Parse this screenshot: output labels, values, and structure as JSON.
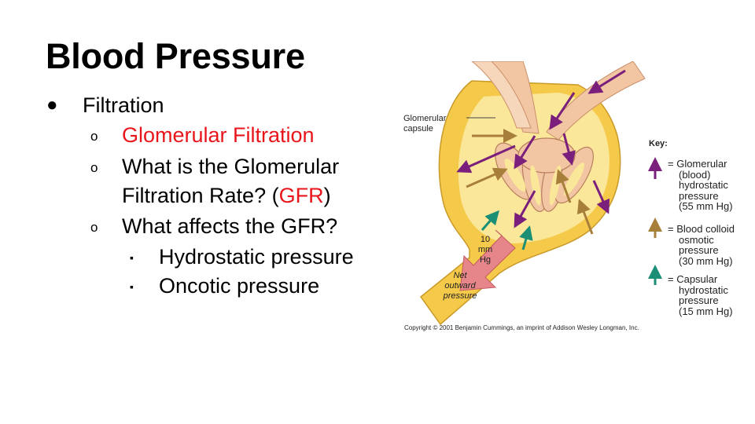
{
  "slide": {
    "title": "Blood Pressure",
    "bullets": {
      "level1": "Filtration",
      "sub": [
        {
          "text": "Glomerular Filtration"
        },
        {
          "line1": "What is the Glomerular",
          "line2_pre": "Filtration Rate? (",
          "line2_red": "GFR",
          "line2_post": ")"
        },
        {
          "text": "What affects the GFR?"
        }
      ],
      "subsub": [
        "Hydrostatic pressure",
        "Oncotic pressure"
      ],
      "marks": {
        "level1": "●",
        "level2": "o",
        "level3": "▪"
      }
    }
  },
  "figure": {
    "labels": {
      "capsule_line1": "Glomerular",
      "capsule_line2": "capsule",
      "pressure_line1": "10",
      "pressure_line2": "mm",
      "pressure_line3": "Hg",
      "net_line1": "Net",
      "net_line2": "outward",
      "net_line3": "pressure"
    },
    "key": {
      "title": "Key:",
      "items": [
        {
          "lines": [
            "= Glomerular",
            "(blood)",
            "hydrostatic",
            "pressure",
            "(55 mm Hg)"
          ],
          "color": "#7a1f7c"
        },
        {
          "lines": [
            "= Blood colloid",
            "osmotic",
            "pressure",
            "(30 mm Hg)"
          ],
          "color": "#a87f3a"
        },
        {
          "lines": [
            "= Capsular",
            "hydrostatic",
            "pressure",
            "(15 mm Hg)"
          ],
          "color": "#1a8f75"
        }
      ]
    },
    "copyright": "Copyright © 2001 Benjamin Cummings, an imprint of Addison Wesley Longman, Inc.",
    "colors": {
      "capsule": "#f5c94a",
      "capsule_inner": "#fbe79a",
      "vessel": "#f2c6a2",
      "vessel_edge": "#c98f6a",
      "tubule": "#f2dc6a",
      "pink_arrow": "#e6868a",
      "purple": "#7a1f7c",
      "tan": "#a87f3a",
      "teal": "#1a8f75"
    }
  }
}
